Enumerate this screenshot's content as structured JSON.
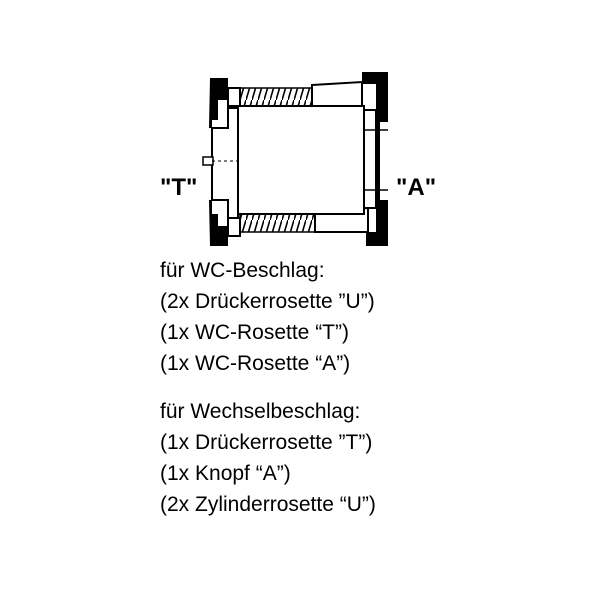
{
  "diagram": {
    "label_left": "\"T\"",
    "label_right": "\"A\""
  },
  "wc_section": {
    "heading": "für WC-Beschlag:",
    "lines": [
      "(2x Drückerrosette ”U”)",
      "(1x WC-Rosette “T”)",
      "(1x WC-Rosette “A”)"
    ]
  },
  "wechsel_section": {
    "heading": "für Wechselbeschlag:",
    "lines": [
      "(1x Drückerrosette ”T”)",
      "(1x Knopf “A”)",
      "(2x Zylinderrosette “U”)"
    ]
  }
}
